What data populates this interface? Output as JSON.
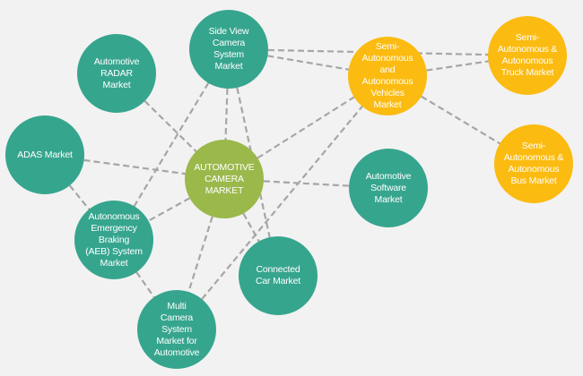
{
  "colors": {
    "teal": "#36a58e",
    "green": "#9bb84b",
    "orange": "#fbbb10",
    "edge": "#a6a6a6",
    "background": "#f2f2f2"
  },
  "nodes": [
    {
      "id": "side_view",
      "label": "Side View\nCamera\nSystem\nMarket",
      "group": "teal"
    },
    {
      "id": "radar",
      "label": "Automotive\nRADAR\nMarket",
      "group": "teal"
    },
    {
      "id": "adas",
      "label": "ADAS Market",
      "group": "teal"
    },
    {
      "id": "camera",
      "label": "AUTOMOTIVE\nCAMERA\nMARKET",
      "group": "green"
    },
    {
      "id": "aeb",
      "label": "Autonomous\nEmergency\nBraking\n(AEB) System\nMarket",
      "group": "teal"
    },
    {
      "id": "multi",
      "label": "Multi\nCamera\nSystem\nMarket for\nAutomotive",
      "group": "teal"
    },
    {
      "id": "connected",
      "label": "Connected\nCar Market",
      "group": "teal"
    },
    {
      "id": "software",
      "label": "Automotive\nSoftware\nMarket",
      "group": "teal"
    },
    {
      "id": "semi_vehicles",
      "label": "Semi-\nAutonomous\nand\nAutonomous\nVehicles\nMarket",
      "group": "orange"
    },
    {
      "id": "truck",
      "label": "Semi-\nAutonomous &\nAutonomous\nTruck Market",
      "group": "orange"
    },
    {
      "id": "bus",
      "label": "Semi-\nAutonomous &\nAutonomous\nBus Market",
      "group": "orange"
    }
  ],
  "edges": [
    [
      "side_view",
      "camera"
    ],
    [
      "side_view",
      "aeb"
    ],
    [
      "side_view",
      "semi_vehicles"
    ],
    [
      "side_view",
      "truck"
    ],
    [
      "side_view",
      "connected"
    ],
    [
      "radar",
      "camera"
    ],
    [
      "adas",
      "camera"
    ],
    [
      "adas",
      "aeb"
    ],
    [
      "camera",
      "aeb"
    ],
    [
      "camera",
      "multi"
    ],
    [
      "camera",
      "connected"
    ],
    [
      "camera",
      "software"
    ],
    [
      "camera",
      "semi_vehicles"
    ],
    [
      "aeb",
      "multi"
    ],
    [
      "multi",
      "semi_vehicles"
    ],
    [
      "semi_vehicles",
      "truck"
    ],
    [
      "semi_vehicles",
      "bus"
    ]
  ]
}
